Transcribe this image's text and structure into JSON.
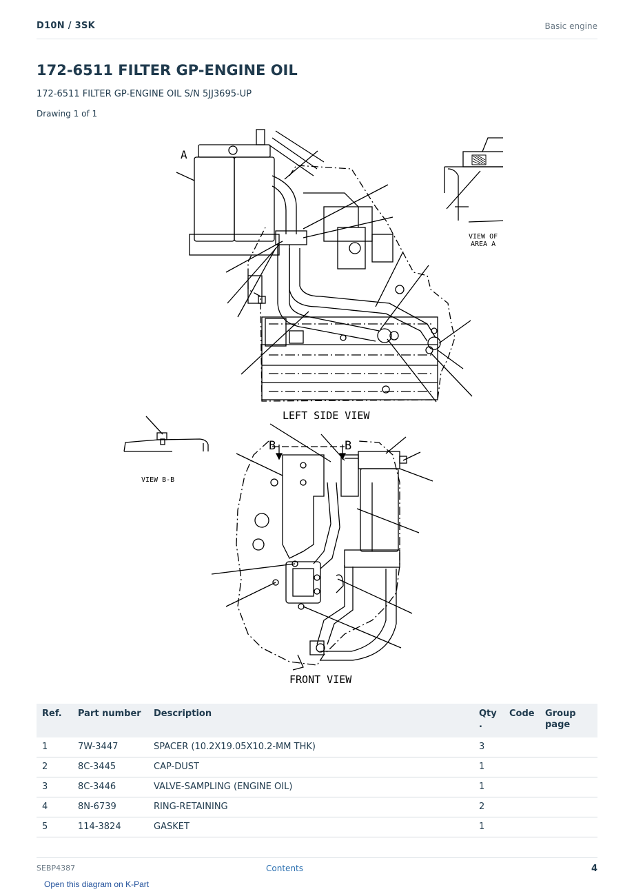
{
  "header": {
    "model": "D10N  /  3SK",
    "section": "Basic engine"
  },
  "title": "172-6511 FILTER GP-ENGINE OIL",
  "subtitle": "172-6511 FILTER GP-ENGINE OIL S/N 5JJ3695-UP",
  "drawing_count": "Drawing 1 of 1",
  "drawing": {
    "label_a": "A",
    "view_area_a_1": "VIEW OF",
    "view_area_a_2": "AREA A",
    "left_side_view": "LEFT SIDE VIEW",
    "view_bb": "VIEW B-B",
    "label_b1": "B",
    "label_b2": "B",
    "front_view": "FRONT VIEW"
  },
  "table": {
    "headers": {
      "ref": "Ref.",
      "part_number": "Part number",
      "description": "Description",
      "qty": "Qty\n.",
      "code": "Code",
      "group_page": "Group page"
    },
    "rows": [
      {
        "ref": "1",
        "part_number": "7W-3447",
        "description": "SPACER (10.2X19.05X10.2-MM THK)",
        "qty": "3",
        "code": "",
        "group_page": ""
      },
      {
        "ref": "2",
        "part_number": "8C-3445",
        "description": "CAP-DUST",
        "qty": "1",
        "code": "",
        "group_page": ""
      },
      {
        "ref": "3",
        "part_number": "8C-3446",
        "description": "VALVE-SAMPLING (ENGINE OIL)",
        "qty": "1",
        "code": "",
        "group_page": ""
      },
      {
        "ref": "4",
        "part_number": "8N-6739",
        "description": "RING-RETAINING",
        "qty": "2",
        "code": "",
        "group_page": ""
      },
      {
        "ref": "5",
        "part_number": "114-3824",
        "description": "GASKET",
        "qty": "1",
        "code": "",
        "group_page": ""
      }
    ]
  },
  "footer": {
    "doc_number": "SEBP4387",
    "contents_link": "Contents",
    "page_number": "4"
  },
  "kpart_link": "Open this diagram on K-Part"
}
